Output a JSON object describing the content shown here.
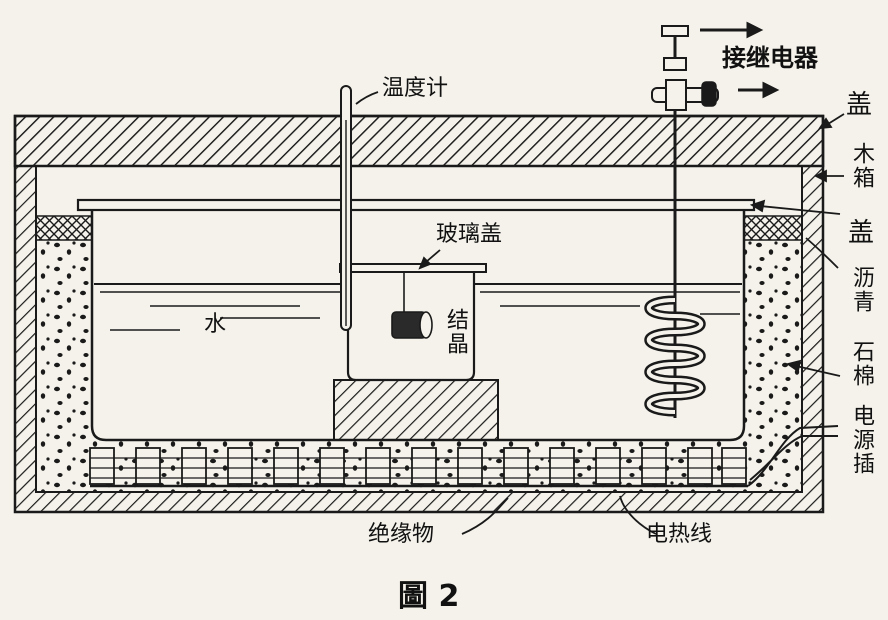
{
  "labels": {
    "thermometer": "温度计",
    "relay": "接继电器",
    "lid_right": "盖",
    "wooden_box": "木箱",
    "lid_inner": "盖",
    "glass_lid": "玻璃盖",
    "asphalt": "沥青",
    "water": "水",
    "crystal": "结晶",
    "asbestos": "石棉",
    "power_plug": "电源插",
    "insulator": "绝缘物",
    "heating_wire": "电热线"
  },
  "caption": "圖 2",
  "colors": {
    "ink": "#1a1a1a",
    "paper": "#f4f2ea"
  }
}
